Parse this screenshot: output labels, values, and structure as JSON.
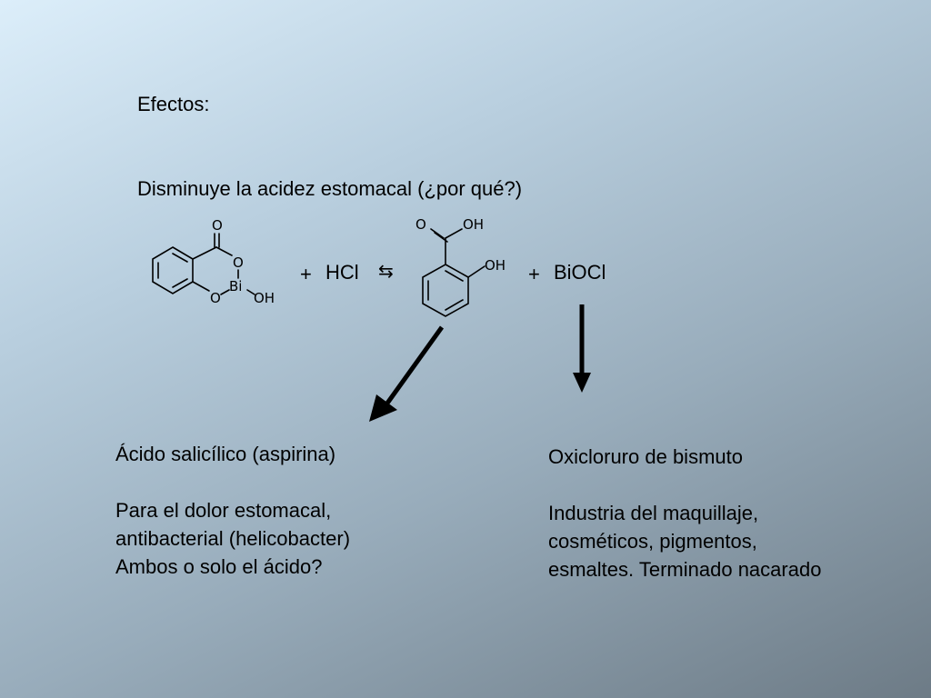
{
  "heading": "Efectos:",
  "subtitle": "Disminuye la acidez estomacal (¿por qué?)",
  "reaction": {
    "plus_1": "+",
    "reagent": "HCl",
    "equilibrium_symbol": "⇆",
    "plus_2": "+",
    "byproduct": "BiOCl",
    "reactant_atoms": {
      "carbonyl_o": "O",
      "ring_o1": "O",
      "ring_o2": "O",
      "bismuth": "Bi",
      "hydroxyl": "OH"
    },
    "product_atoms": {
      "carbonyl_o": "O",
      "acid_oh": "OH",
      "phenol_oh": "OH"
    }
  },
  "left_note": {
    "title": "Ácido salicílico (aspirina)",
    "lines": [
      "Para el dolor estomacal,",
      "antibacterial (helicobacter)",
      "Ambos o solo el ácido?"
    ]
  },
  "right_note": {
    "title": "Oxicloruro de bismuto",
    "lines": [
      "Industria del maquillaje,",
      "cosméticos, pigmentos,",
      "esmaltes. Terminado nacarado"
    ]
  },
  "colors": {
    "background_top_left": "#dceefa",
    "background_bottom_right": "#6d7b86",
    "text": "#000000"
  }
}
